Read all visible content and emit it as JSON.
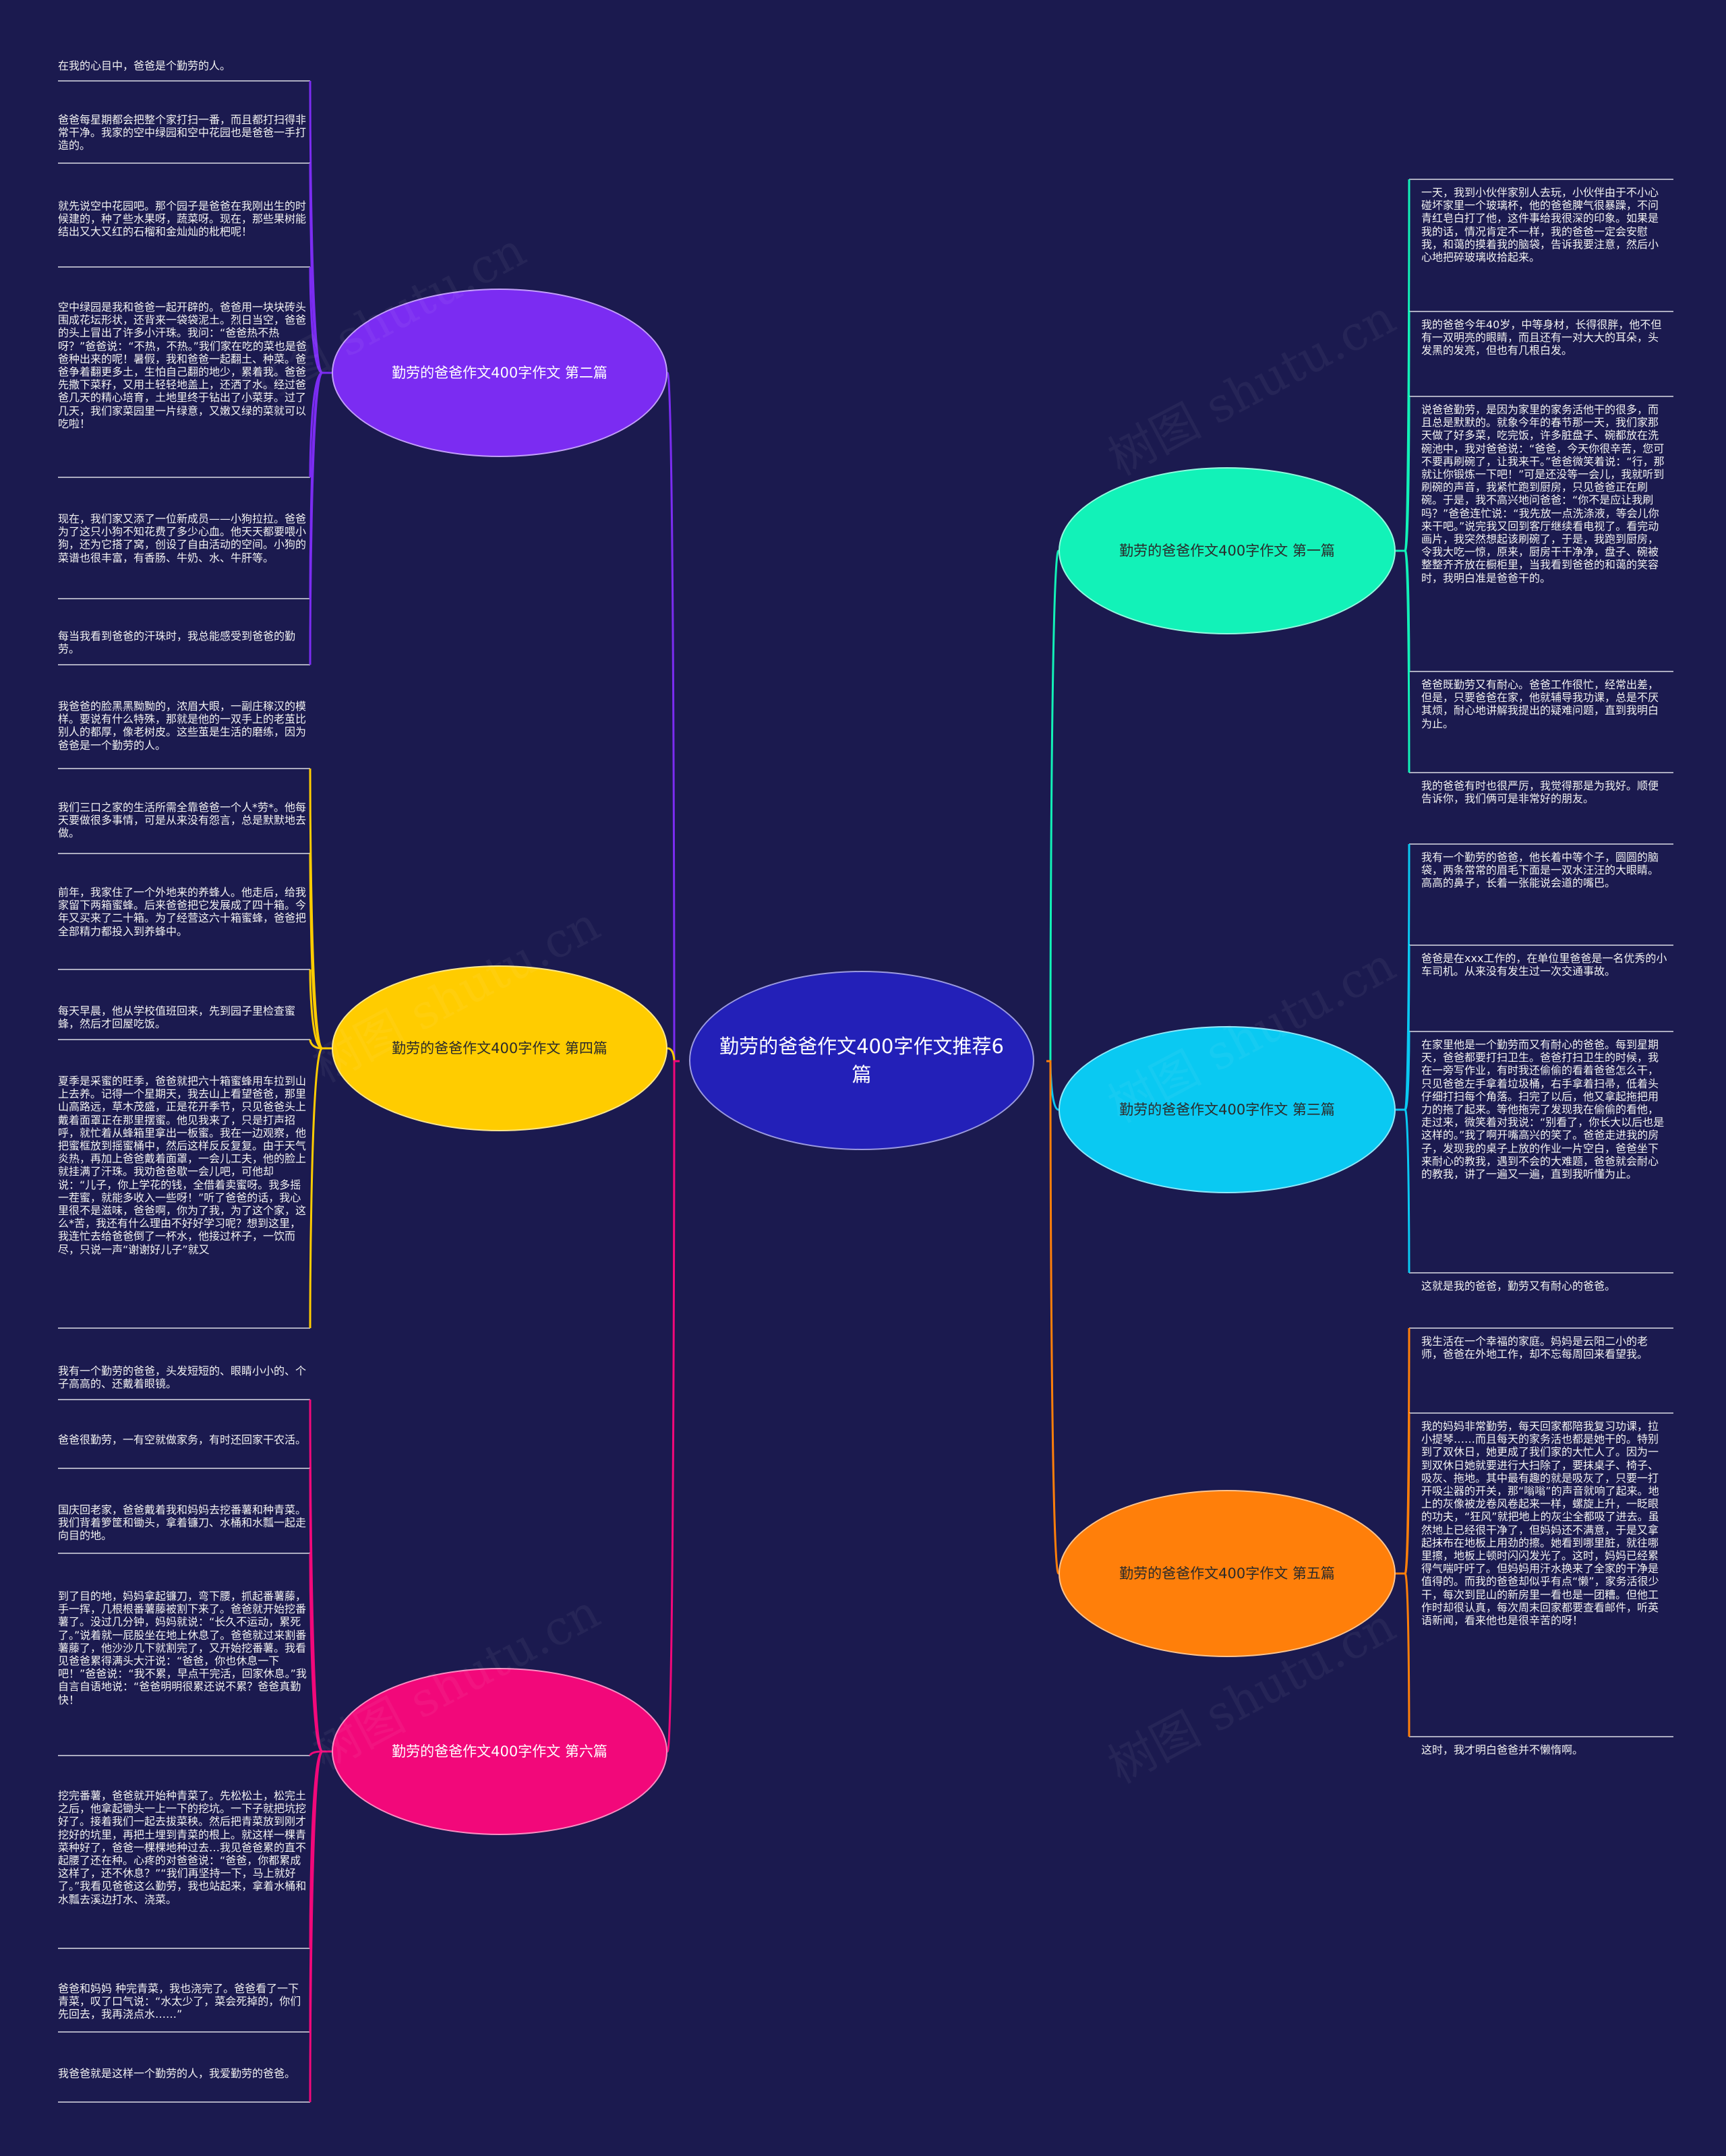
{
  "watermark": "树图 shutu.cn",
  "root": {
    "label": "勤劳的爸爸作文400字作文推荐6篇",
    "color": "#2320b8"
  },
  "branches": [
    {
      "id": "b2",
      "side": "left",
      "label": "勤劳的爸爸作文400字作文 第二篇",
      "color": "#7b2cf2",
      "leaves": [
        "在我的心目中，爸爸是个勤劳的人。",
        "爸爸每星期都会把整个家打扫一番，而且都打扫得非常干净。我家的空中绿园和空中花园也是爸爸一手打造的。",
        "就先说空中花园吧。那个园子是爸爸在我刚出生的时候建的，种了些水果呀，蔬菜呀。现在，那些果树能结出又大又红的石榴和金灿灿的枇杷呢！",
        "空中绿园是我和爸爸一起开辟的。爸爸用一块块砖头围成花坛形状，还背来一袋袋泥土。烈日当空，爸爸的头上冒出了许多小汗珠。我问：“爸爸热不热呀？”爸爸说：“不热，不热。”我们家在吃的菜也是爸爸种出来的呢！暑假，我和爸爸一起翻土、种菜。爸爸争着翻更多土，生怕自己翻的地少，累着我。爸爸先撒下菜籽，又用土轻轻地盖上，还洒了水。经过爸爸几天的精心培育，土地里终于钻出了小菜芽。过了几天，我们家菜园里一片绿意，又嫩又绿的菜就可以吃啦！",
        "现在，我们家又添了一位新成员——小狗拉拉。爸爸为了这只小狗不知花费了多少心血。他天天都要喂小狗，还为它搭了窝，创设了自由活动的空间。小狗的菜谱也很丰富，有香肠、牛奶、水、牛肝等。",
        "每当我看到爸爸的汗珠时，我总能感受到爸爸的勤劳。"
      ]
    },
    {
      "id": "b4",
      "side": "left",
      "label": "勤劳的爸爸作文400字作文 第四篇",
      "color": "#ffcc00",
      "leaves": [
        "我爸爸的脸黑黑黝黝的，浓眉大眼，一副庄稼汉的模样。要说有什么特殊，那就是他的一双手上的老茧比别人的都厚，像老树皮。这些茧是生活的磨练，因为爸爸是一个勤劳的人。",
        "我们三口之家的生活所需全靠爸爸一个人*劳*。他每天要做很多事情，可是从来没有怨言，总是默默地去做。",
        "前年，我家住了一个外地来的养蜂人。他走后，给我家留下两箱蜜蜂。后来爸爸把它发展成了四十箱。今年又买来了二十箱。为了经营这六十箱蜜蜂，爸爸把全部精力都投入到养蜂中。",
        "每天早晨，他从学校值班回来，先到园子里检查蜜蜂，然后才回屋吃饭。",
        "夏季是采蜜的旺季，爸爸就把六十箱蜜蜂用车拉到山上去养。记得一个星期天，我去山上看望爸爸，那里山高路远，草木茂盛，正是花开季节，只见爸爸头上戴着面罩正在那里摆蜜。他见我来了，只是打声招呼，就忙着从蜂箱里拿出一板蜜。我在一边观察，他把蜜框放到摇蜜桶中，然后这样反反复复。由于天气炎热，再加上爸爸戴着面罩，一会儿工夫，他的脸上就挂满了汗珠。我劝爸爸歇一会儿吧，可他却说：“儿子，你上学花的钱，全借着卖蜜呀。我多摇一茬蜜，就能多收入一些呀！”听了爸爸的话，我心里很不是滋味，爸爸啊，你为了我，为了这个家，这么*苦，我还有什么理由不好好学习呢？想到这里，我连忙去给爸爸倒了一杯水，他接过杯子，一饮而尽，只说一声“谢谢好儿子”就又"
      ]
    },
    {
      "id": "b6",
      "side": "left",
      "label": "勤劳的爸爸作文400字作文 第六篇",
      "color": "#f2087a",
      "leaves": [
        "我有一个勤劳的爸爸，头发短短的、眼睛小小的、个子高高的、还戴着眼镜。",
        "爸爸很勤劳，一有空就做家务，有时还回家干农活。",
        "国庆回老家，爸爸戴着我和妈妈去挖番薯和种青菜。我们背着箩筐和锄头，拿着镰刀、水桶和水瓢一起走向目的地。",
        "到了目的地，妈妈拿起镰刀，弯下腰，抓起番薯藤，手一挥，几根根番薯藤被割下来了。爸爸就开始挖番薯了。没过几分钟，妈妈就说：“长久不运动，累死了。”说着就一屁股坐在地上休息了。爸爸就过来割番薯藤了，他沙沙几下就割完了，又开始挖番薯。我看见爸爸累得满头大汗说：“爸爸，你也休息一下吧！”爸爸说：“我不累，早点干完活，回家休息。”我自言自语地说：“爸爸明明很累还说不累？爸爸真勤快！",
        "挖完番薯，爸爸就开始种青菜了。先松松土，松完土之后，他拿起锄头一上一下的挖坑。一下子就把坑挖好了。接着我们一起去拔菜秧。然后把青菜放到刚才挖好的坑里，再把土埋到青菜的根上。就这样一棵青菜种好了，爸爸一棵棵地种过去…我见爸爸累的直不起腰了还在种。心疼的对爸爸说：“爸爸，你都累成这样了，还不休息？”“我们再坚持一下，马上就好了。”我看见爸爸这么勤劳，我也站起来，拿着水桶和水瓢去溪边打水、浇菜。",
        "爸爸和妈妈 种完青菜，我也浇完了。爸爸看了一下青菜，叹了口气说：“水太少了，菜会死掉的，你们先回去，我再浇点水……”",
        "我爸爸就是这样一个勤劳的人，我爱勤劳的爸爸。"
      ]
    },
    {
      "id": "b1",
      "side": "right",
      "label": "勤劳的爸爸作文400字作文 第一篇",
      "color": "#12f2b8",
      "leaves": [
        "一天，我到小伙伴家别人去玩，小伙伴由于不小心碰坏家里一个玻璃杯，他的爸爸脾气很暴躁，不问青红皂白打了他，这件事给我很深的印象。如果是我的话，情况肯定不一样，我的爸爸一定会安慰我，和蔼的摸着我的脑袋，告诉我要注意，然后小心地把碎玻璃收拾起来。",
        "我的爸爸今年40岁，中等身材，长得很胖，他不但有一双明亮的眼睛，而且还有一对大大的耳朵，头发黑的发亮，但也有几根白发。",
        "说爸爸勤劳，是因为家里的家务活他干的很多，而且总是默默的。就象今年的春节那一天，我们家那天做了好多菜，吃完饭，许多脏盘子、碗都放在洗碗池中，我对爸爸说：“爸爸，今天你很辛苦，您可不要再刷碗了，让我来干。”爸爸微笑着说：“行，那就让你锻炼一下吧！”可是还没等一会儿，我就听到刷碗的声音，我紧忙跑到厨房，只见爸爸正在刷碗。于是，我不高兴地问爸爸：“你不是应让我刷吗？”爸爸连忙说：“我先放一点洗涤液，等会儿你来干吧。”说完我又回到客厅继续看电视了。看完动画片，我突然想起该刷碗了，于是，我跑到厨房，令我大吃一惊，原来，厨房干干净净，盘子、碗被整整齐齐放在橱柜里，当我看到爸爸的和蔼的笑容时，我明白准是爸爸干的。",
        "爸爸既勤劳又有耐心。爸爸工作很忙，经常出差，但是，只要爸爸在家，他就辅导我功课，总是不厌其烦，耐心地讲解我提出的疑难问题，直到我明白为止。",
        "我的爸爸有时也很严厉，我觉得那是为我好。顺便告诉你，我们俩可是非常好的朋友。"
      ]
    },
    {
      "id": "b3",
      "side": "right",
      "label": "勤劳的爸爸作文400字作文 第三篇",
      "color": "#0ac9f2",
      "leaves": [
        "我有一个勤劳的爸爸，他长着中等个子，圆圆的脑袋，两条常常的眉毛下面是一双水汪汪的大眼睛。高高的鼻子，长着一张能说会道的嘴巴。",
        "爸爸是在xxx工作的，在单位里爸爸是一名优秀的小车司机。从来没有发生过一次交通事故。",
        "在家里他是一个勤劳而又有耐心的爸爸。每到星期天，爸爸都要打扫卫生。爸爸打扫卫生的时候，我在一旁写作业，有时我还偷偷的看着爸爸怎么干，只见爸爸左手拿着垃圾桶，右手拿着扫帚，低着头仔细打扫每个角落。扫完了以后，他又拿起拖把用力的拖了起来。等他拖完了发现我在偷偷的看他，走过来，微笑着对我说：“别看了，你长大以后也是这样的。”我了啊开嘴高兴的笑了。爸爸走进我的房子，发现我的桌子上放的作业一片空白，爸爸坐下来耐心的教我，遇到不会的大难题，爸爸就会耐心的教我，讲了一遍又一遍，直到我听懂为止。",
        "这就是我的爸爸，勤劳又有耐心的爸爸。"
      ]
    },
    {
      "id": "b5",
      "side": "right",
      "label": "勤劳的爸爸作文400字作文 第五篇",
      "color": "#ff7f0a",
      "leaves": [
        "我生活在一个幸福的家庭。妈妈是云阳二小的老师，爸爸在外地工作，却不忘每周回来看望我。",
        "我的妈妈非常勤劳，每天回家都陪我复习功课，拉小提琴……而且每天的家务活也都是她干的。特别到了双休日，她更成了我们家的大忙人了。因为一到双休日她就要进行大扫除了，要抹桌子、椅子、吸灰、拖地。其中最有趣的就是吸灰了，只要一打开吸尘器的开关，那“嗡嗡”的声音就响了起来。地上的灰像被龙卷风卷起来一样，螺旋上升，一眨眼的功夫，“狂风”就把地上的灰尘全都吸了进去。虽然地上已经很干净了，但妈妈还不满意，于是又拿起抹布在地板上用劲的擦。她看到哪里脏，就往哪里擦，地板上顿时闪闪发光了。这时，妈妈已经累得气喘吁吁了。但妈妈用汗水换来了全家的干净是值得的。而我的爸爸却似乎有点“懒”，家务活很少干，每次到昆山的新房里一看也是一团糟。但他工作时却很认真，每次周末回家都要查看邮件，听英语新闻，看来他也是很辛苦的呀！",
        "这时，我才明白爸爸并不懒惰啊。"
      ]
    }
  ]
}
